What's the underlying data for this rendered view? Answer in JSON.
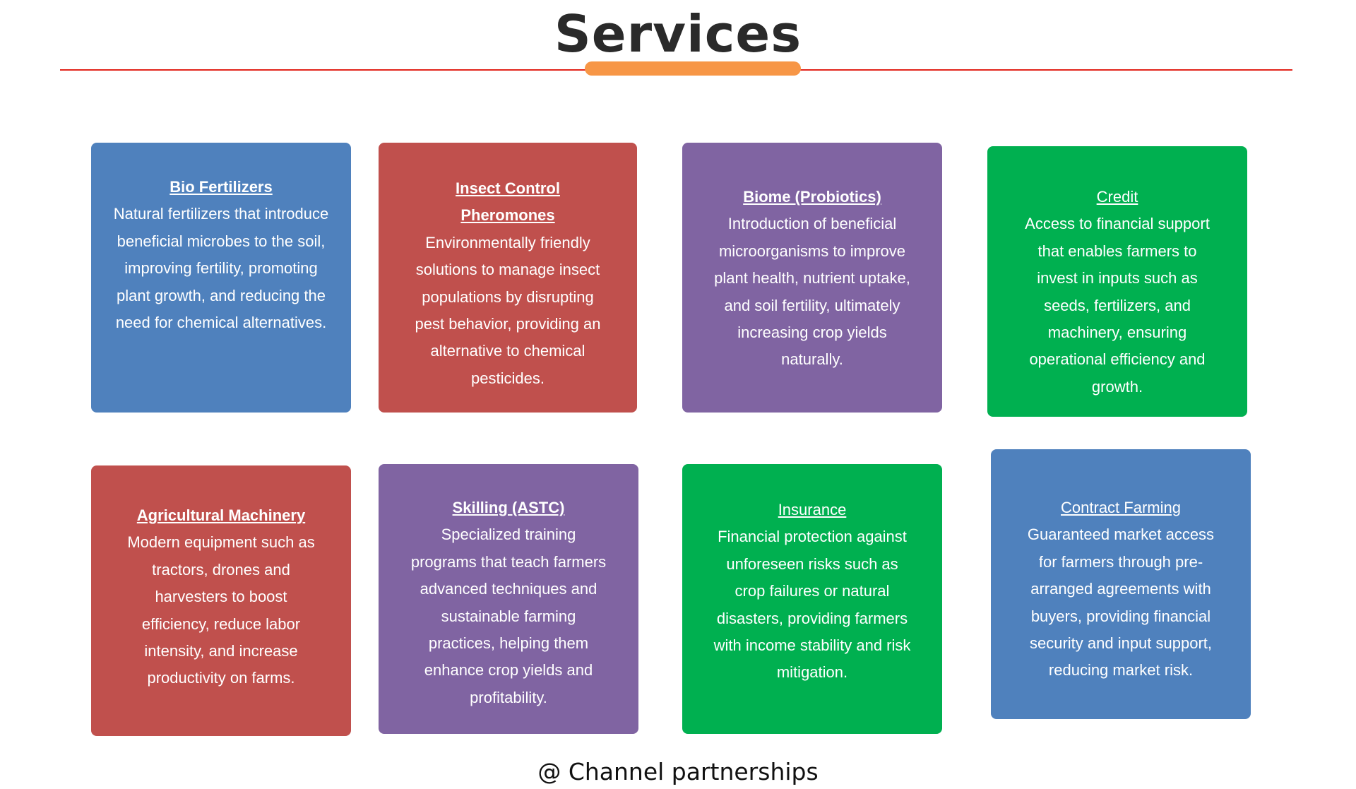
{
  "heading": {
    "title": "Services"
  },
  "colors": {
    "blue": "#4f81bd",
    "red": "#c0504d",
    "purple": "#8064a2",
    "green": "#00b050",
    "accent_bar": "#f79646",
    "rule": "#e2231a"
  },
  "cards": [
    {
      "title": "Bio Fertilizers",
      "description": "Natural fertilizers that introduce beneficial microbes to the soil, improving fertility, promoting plant growth, and reducing the need for chemical alternatives."
    },
    {
      "title": "Insect Control Pheromones",
      "description": "Environmentally friendly solutions to manage insect populations by disrupting pest behavior, providing an alternative to chemical pesticides."
    },
    {
      "title": "Biome (Probiotics)",
      "description": "Introduction of beneficial microorganisms to improve plant health, nutrient uptake, and soil fertility, ultimately increasing crop yields naturally."
    },
    {
      "title": "Credit",
      "description": "Access to financial support that enables farmers to invest in inputs such as seeds, fertilizers, and machinery, ensuring operational efficiency and growth."
    },
    {
      "title": "Agricultural Machinery",
      "description": "Modern equipment such as tractors, drones and harvesters to boost efficiency, reduce labor intensity, and increase productivity on farms."
    },
    {
      "title": "Skilling (ASTC)",
      "description": "Specialized training programs that teach farmers advanced techniques and sustainable farming practices, helping them enhance crop yields and profitability."
    },
    {
      "title": "Insurance",
      "description": "Financial protection against unforeseen risks such as crop failures or natural disasters, providing farmers with income stability and risk mitigation."
    },
    {
      "title": "Contract Farming",
      "description": "Guaranteed market access for farmers through pre-arranged agreements with buyers, providing financial security and input support, reducing market risk."
    }
  ],
  "footer": {
    "text": "@ Channel partnerships"
  }
}
